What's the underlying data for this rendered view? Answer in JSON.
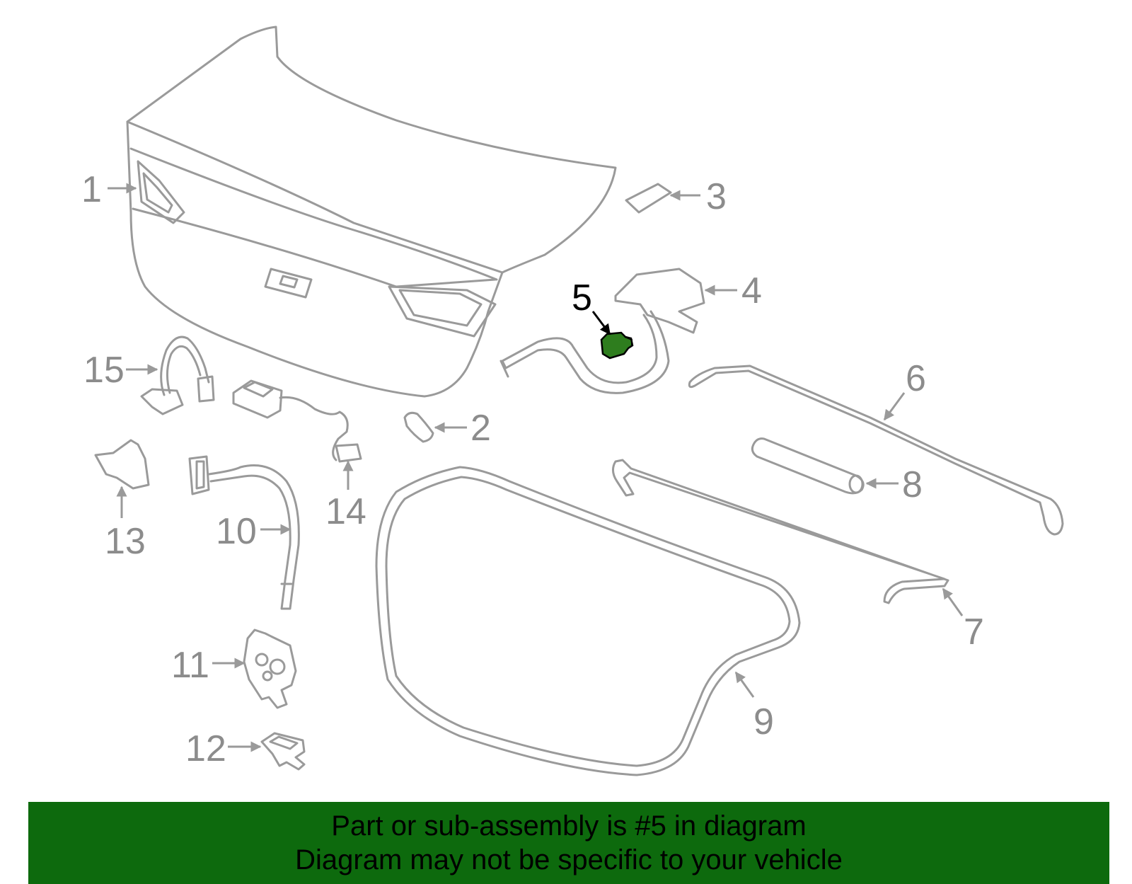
{
  "diagram": {
    "highlight_color": "#2e7d1e",
    "line_color": "#9a9a9a",
    "callouts": {
      "c1": "1",
      "c2": "2",
      "c3": "3",
      "c4": "4",
      "c5": "5",
      "c6": "6",
      "c7": "7",
      "c8": "8",
      "c9": "9",
      "c10": "10",
      "c11": "11",
      "c12": "12",
      "c13": "13",
      "c14": "14",
      "c15": "15"
    }
  },
  "banner": {
    "line1": "Part or sub-assembly is #5 in diagram",
    "line2": "Diagram may not be specific to your vehicle",
    "background": "#0d6a0d"
  }
}
